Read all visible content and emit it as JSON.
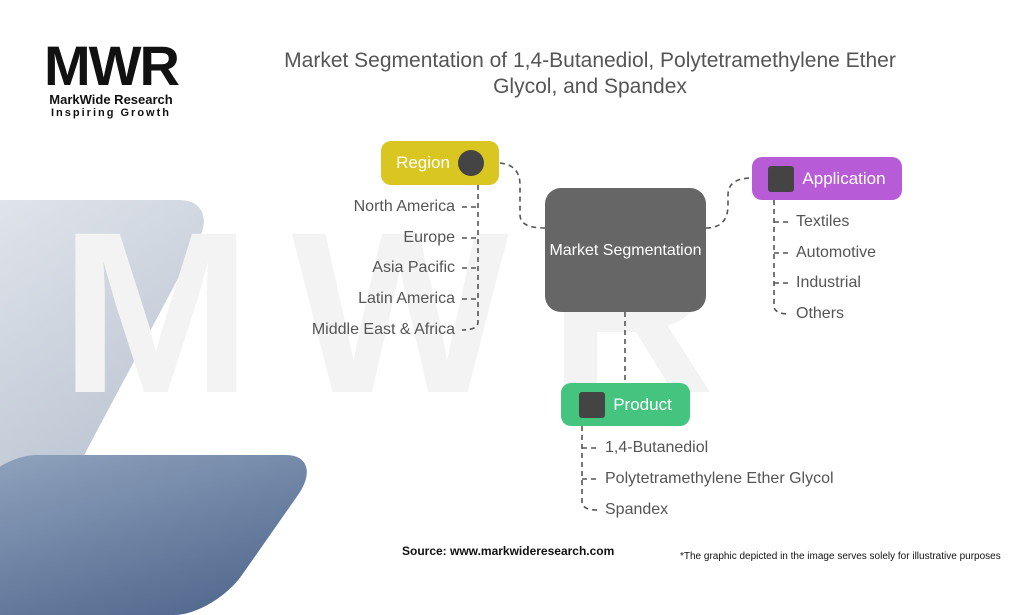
{
  "logo": {
    "mark": "MWR",
    "name": "MarkWide Research",
    "tagline": "Inspiring Growth"
  },
  "title": "Market Segmentation of 1,4-Butanediol, Polytetramethylene Ether Glycol, and Spandex",
  "center": "Market Segmentation",
  "region": {
    "label": "Region",
    "icon": "globe-icon",
    "items": [
      "North America",
      "Europe",
      "Asia Pacific",
      "Latin America",
      "Middle East & Africa"
    ]
  },
  "application": {
    "label": "Application",
    "icon": "boxes-icon",
    "items": [
      "Textiles",
      "Automotive",
      "Industrial",
      "Others"
    ]
  },
  "product": {
    "label": "Product",
    "icon": "presentation-icon",
    "items": [
      "1,4-Butanediol",
      "Polytetramethylene Ether Glycol",
      "Spandex"
    ]
  },
  "footer": {
    "source": "Source: www.markwideresearch.com",
    "disclaimer": "*The graphic depicted in the image serves solely for illustrative purposes"
  },
  "colors": {
    "region": "#d9c621",
    "application": "#b75bd6",
    "product": "#44c47f",
    "center": "#666666"
  }
}
